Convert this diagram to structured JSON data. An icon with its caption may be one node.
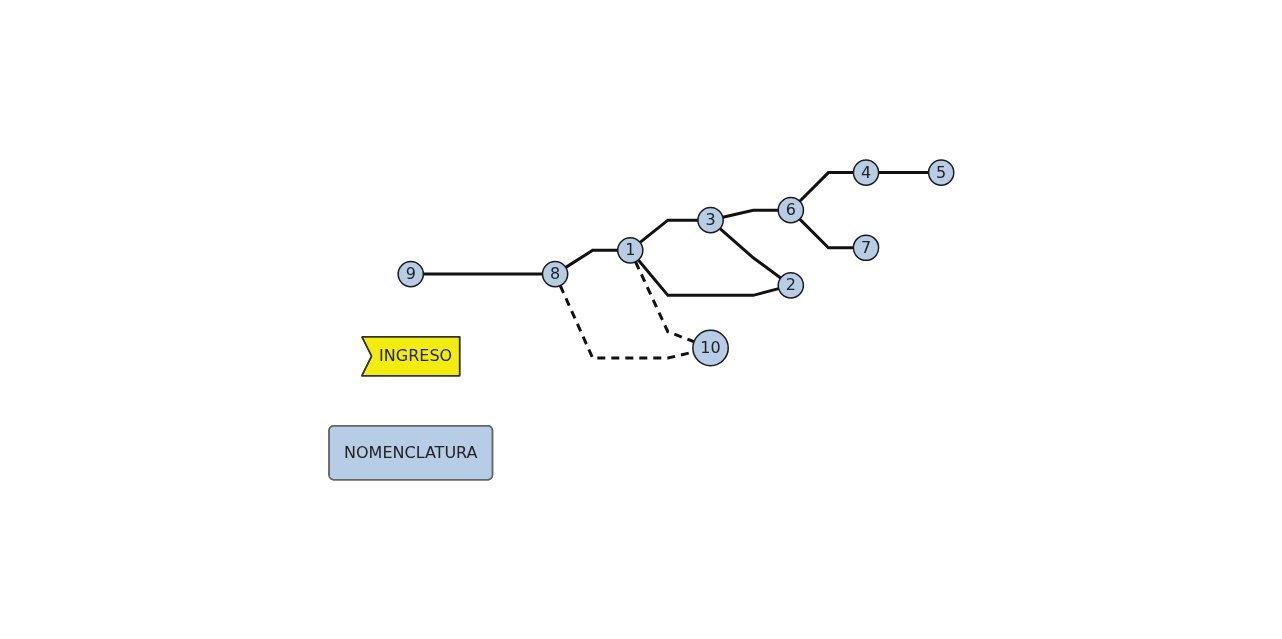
{
  "diagram": {
    "nodes": [
      {
        "text": [
          "4"
        ]
      },
      {
        "text": [
          "5"
        ]
      },
      {
        "text": [
          "9"
        ]
      },
      {
        "text": [
          "8"
        ]
      },
      {
        "text": [
          "1"
        ]
      },
      {
        "text": [
          "3"
        ]
      },
      {
        "text": [
          "6"
        ]
      },
      {
        "text": [
          "10"
        ]
      },
      {
        "text": [
          "2"
        ]
      },
      {
        "text": [
          "7"
        ]
      },
      {
        "text": [
          "INGRESO"
        ]
      },
      {
        "text": [
          "NOMENCLATURA"
        ]
      }
    ],
    "edges": [
      {
        "from": 2,
        "to": 3,
        "arrow": "none"
      },
      {
        "from": 3,
        "to": 4,
        "arrow": "none"
      },
      {
        "from": 4,
        "to": 5,
        "arrow": "none"
      },
      {
        "from": 5,
        "to": 6,
        "arrow": "none"
      },
      {
        "from": 6,
        "to": 0,
        "arrow": "none"
      },
      {
        "from": 0,
        "to": 1,
        "arrow": "none"
      },
      {
        "from": 6,
        "to": 9,
        "arrow": "none"
      },
      {
        "from": 4,
        "to": 8,
        "arrow": "none"
      },
      {
        "from": 5,
        "to": 8,
        "arrow": "none"
      },
      {
        "from": 3,
        "to": 7,
        "arrow": "none",
        "style": "dashed"
      },
      {
        "from": 4,
        "to": 7,
        "arrow": "none",
        "style": "dashed"
      }
    ]
  }
}
